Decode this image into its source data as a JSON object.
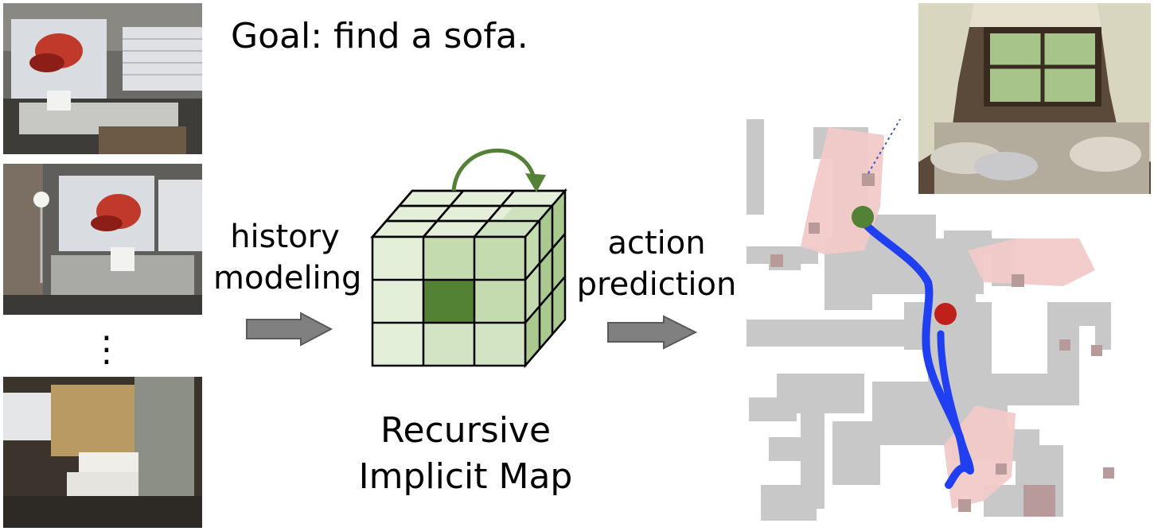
{
  "goal_text": "Goal: find a sofa.",
  "history_label_line1": "history",
  "history_label_line2": "modeling",
  "action_label_line1": "action",
  "action_label_line2": "prediction",
  "map_title_line1": "Recursive",
  "map_title_line2": "Implicit Map",
  "ellipsis": "⋮",
  "colors": {
    "arrow": "#808080",
    "cube_light": "#e3efd9",
    "cube_mid": "#a9c98f",
    "cube_dark": "#548235",
    "recursion_arrow": "#538135",
    "trajectory": "#1f3ff0",
    "start_marker": "#538135",
    "goal_marker": "#c0201a",
    "map_gray": "#c8c8c8",
    "map_pink": "#f2c9c9"
  }
}
